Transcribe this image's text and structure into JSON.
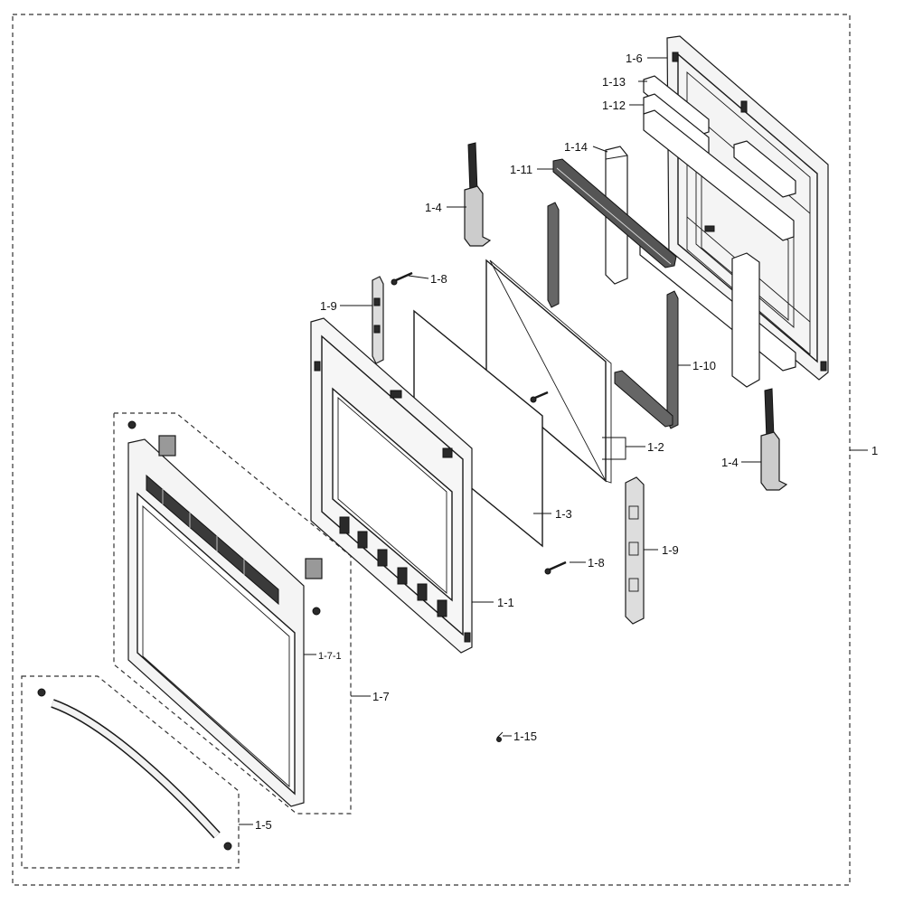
{
  "callouts": {
    "c1": "1",
    "c1_1": "1-1",
    "c1_2": "1-2",
    "c1_3": "1-3",
    "c1_4a": "1-4",
    "c1_4b": "1-4",
    "c1_5": "1-5",
    "c1_6": "1-6",
    "c1_7": "1-7",
    "c1_7_1": "1-7-1",
    "c1_8a": "1-8",
    "c1_8b": "1-8",
    "c1_9a": "1-9",
    "c1_9b": "1-9",
    "c1_10": "1-10",
    "c1_11": "1-11",
    "c1_12": "1-12",
    "c1_13": "1-13",
    "c1_14": "1-14",
    "c1_15": "1-15"
  }
}
